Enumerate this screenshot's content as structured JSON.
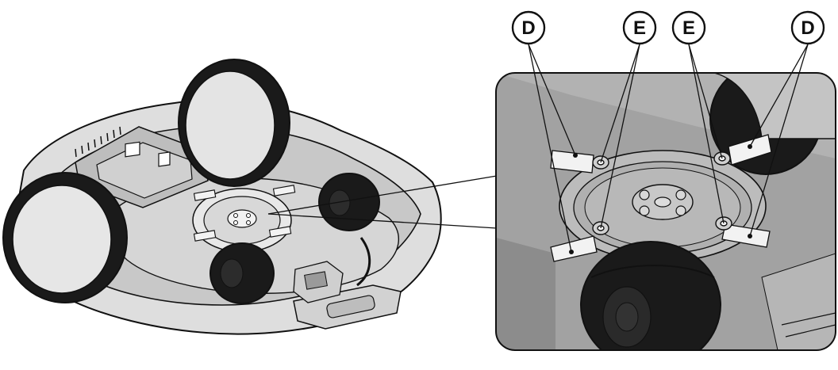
{
  "colors": {
    "background": "#ffffff",
    "outline": "#111111",
    "body_light": "#dedede",
    "body_mid": "#c4c4c4",
    "body_dark": "#9a9a9a",
    "floor_gray": "#a2a2a2",
    "tire_black": "#1a1a1a",
    "blade_fill": "#f2f2f2"
  },
  "icons": {
    "wheel": "wheel-icon",
    "blade": "blade-icon",
    "screw": "screw-icon"
  },
  "callouts": {
    "d_left": "D",
    "e_left": "E",
    "e_right": "E",
    "d_right": "D"
  }
}
